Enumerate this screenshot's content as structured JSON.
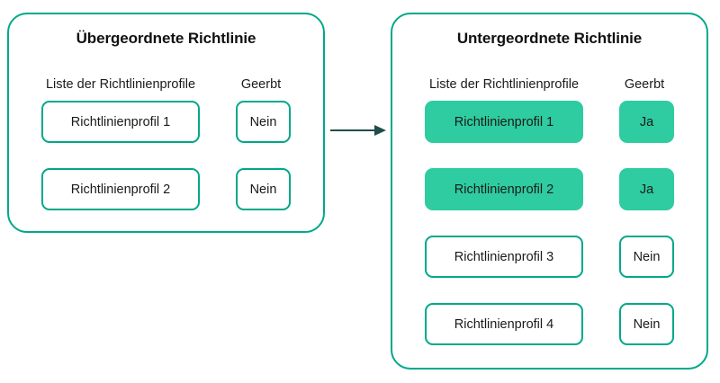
{
  "diagram": {
    "arrow": {
      "name": "inheritance-arrow",
      "color": "#1F4E4A",
      "direction": "left-to-right"
    },
    "colors": {
      "panel_border": "#00A88A",
      "chip_border": "#00A88A",
      "chip_filled_background": "#2ECCA0",
      "text": "#1a1a1a",
      "title_text": "#111111",
      "background": "#ffffff"
    },
    "panels": [
      {
        "id": "parent-policy",
        "title": "Übergeordnete Richtlinie",
        "columns": {
          "profiles": "Liste der Richtlinienprofile",
          "inherited": "Geerbt"
        },
        "rows": [
          {
            "profile": "Richtlinienprofil 1",
            "inherited": "Nein",
            "highlighted": false
          },
          {
            "profile": "Richtlinienprofil 2",
            "inherited": "Nein",
            "highlighted": false
          }
        ]
      },
      {
        "id": "child-policy",
        "title": "Untergeordnete Richtlinie",
        "columns": {
          "profiles": "Liste der Richtlinienprofile",
          "inherited": "Geerbt"
        },
        "rows": [
          {
            "profile": "Richtlinienprofil 1",
            "inherited": "Ja",
            "highlighted": true
          },
          {
            "profile": "Richtlinienprofil 2",
            "inherited": "Ja",
            "highlighted": true
          },
          {
            "profile": "Richtlinienprofil 3",
            "inherited": "Nein",
            "highlighted": false
          },
          {
            "profile": "Richtlinienprofil 4",
            "inherited": "Nein",
            "highlighted": false
          }
        ]
      }
    ]
  }
}
